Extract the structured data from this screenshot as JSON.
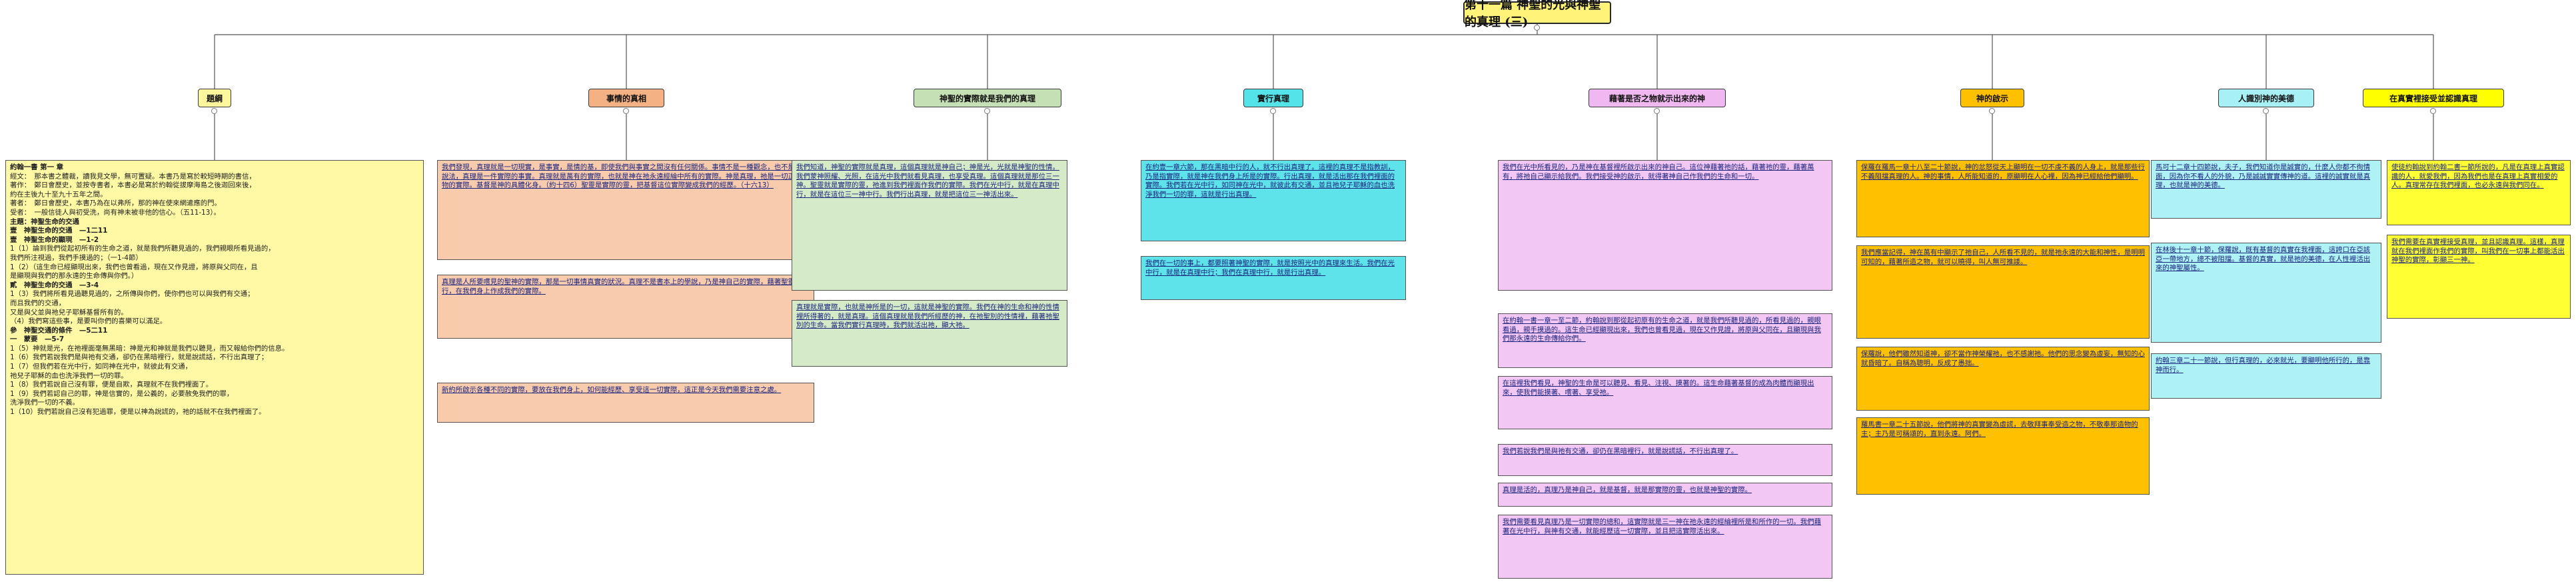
{
  "root": {
    "title": "第十一篇 神聖的光與神聖的真理 (三)"
  },
  "branches": [
    {
      "label": "題綱",
      "color": "#fff59d"
    },
    {
      "label": "事情的真相",
      "color": "#f4b183"
    },
    {
      "label": "神聖的實際就是我們的真理",
      "color": "#c5e0b4"
    },
    {
      "label": "實行真理",
      "color": "#54e3e8"
    },
    {
      "label": "藉著是否之物就示出來的神",
      "color": "#f0b8f0"
    },
    {
      "label": "神的啟示",
      "color": "#ffc000"
    },
    {
      "label": "人識別神的美德",
      "color": "#a7f0f5"
    },
    {
      "label": "在真實裡接受並認識真理",
      "color": "#ffff00"
    }
  ],
  "notes": {
    "outline": {
      "title": "約翰一書 第一 章",
      "lines": [
        "經文：　那本書之體裁，讀我見文學，無可置疑。本書乃是寫於較短時期的書信，",
        "著作：　鄭日會歷史，並按寺書者，本書必是寫於約翰從拔摩海島之後迦回來後，",
        "約在主後九十至九十五年之間。",
        "著者：　鄭日會歷史，本書乃為在以弗所，那的神在使來網遣應的門。",
        "受者：　一般信徒人與初受洗，尚有神未被非他的信心。（五11-13）。",
        "主題：神聖生命的交通",
        "壹　神聖生命的交通　—1二11",
        "壹　神聖生命的顯現　—1-2",
        "1（1）論到我們從起初所有的生命之道，就是我們所聽見過的，我們親眼所看見過的，",
        "我們所注視過，我們手摸過的；（一1-4節）",
        "1（2）（這生命已經顯現出來，我們也曾看過，現在又作見證，將原與父同在，且",
        "是顯現與我們的那永遠的生命傳與你們。）",
        "貳　神聖生命的交通　—3-4",
        "1（3）我們將所看見過聽見過的，之所傳與你們，使你們也可以與我們有交通；",
        "而且我們的交通，",
        "又是與父並與祂兒子耶穌基督所有的。",
        "（4）我們寫這些事，是要叫你們的喜樂可以滿足。",
        "參　神聖交通的條件　—5二11",
        "一　蒙要　—5-7",
        "1（5）神就是光，在祂裡面毫無黑暗：神是光和神就是我們以聽見，而又報給你們的信息。",
        "1（6）我們若說我們是與祂有交通，卻仍在黑暗裡行，就是說謊話，不行出真理了；",
        "1（7）但我們若在光中行，如同神在光中，就彼此有交通，",
        "祂兒子耶穌的血也洗淨我們一切的罪。",
        "1（8）我們若說自己沒有罪，便是自欺，真理就不在我們裡面了。",
        "1（9）我們若認自己的罪，神是信實的，是公義的，必要赦免我們的罪，",
        "洗淨我們一切的不義。",
        "1（10）我們若說自己沒有犯過罪，便是以神為說謊的，祂的話就不在我們裡面了。"
      ]
    },
    "truth1": "我們發現，真理就是一切現實，是事實，是情的基，即使我們與事實之間沒有任何關係。事情不是一種觀念，也不是一個說法，真理是一件實際的事實。真理就是萬有的實際，也就是神在祂永遠經綸中所有的實際。神是真理，祂是一切正面事物的實際。基督是神的具體化身。（約十四6）聖靈是實際的靈，把基督這位實際變成我們的經歷。（十六13）",
    "truth2": "真理是人所要嚐見的聖神的實際，那是一切事情真實的狀況。真理不是書本上的學說，乃是神自己的實際，藉著聖靈的運行，在我們身上作成我們的實際。",
    "truth3": "新約所啟示各種不同的實際，要放在我們身上，如何能經歷、享受這一切實際，這正是今天我們需要注意之處。",
    "reality1": "我們知道，神聖的實際就是真理，這個真理就是神自己；神是光，光就是神聖的性情。我們蒙神照耀、光照，在這光中我們就看見真理，也享受真理。這個真理就是那位三一神。聖靈就是實際的靈，祂進到我們裡面作我們的實際。我們在光中行，就是在真理中行，就是在這位三一神中行。我們行出真理，就是把這位三一神活出來。",
    "reality2": "真理就是實際，也就是神所是的一切，這就是神聖的實際。我們在神的生命和神的性情裡所得著的，就是真理。這個真理就是我們所經歷的神，在祂聖別的性情裡，藉著祂聖別的生命。當我們實行真理時，我們就活出祂，顯大祂。",
    "practice1": "在約壹一章六節，那在黑暗中行的人，就不行出真理了。這裡的真理不是指教訓，乃是指實際，就是神在我們身上所是的實際。行出真理，就是活出那在我們裡面的實際。我們若在光中行，如同神在光中，就彼此有交通，並且祂兒子耶穌的血也洗淨我們一切的罪，這就是行出真理。",
    "practice2": "我們在一切的事上，都要照著神聖的實際，就是按照光中的真理來生活。我們在光中行，就是在真理中行；我們在真理中行，就是行出真理。",
    "god1": "我們在光中所看見的，乃是神在基督裡所啟示出來的神自己。這位神藉著祂的話，藉著祂的靈，藉著萬有，將祂自己顯示給我們。我們接受神的啟示，就得著神自己作我們的生命和一切。",
    "god2": "在約翰一書一章一至二節，約翰說到那從起初原有的生命之道，就是我們所聽見過的，所看見過的，親眼看過，親手摸過的。這生命已經顯現出來，我們也曾看見過，現在又作見證，將原與父同在，且顯現與我們那永遠的生命傳給你們。",
    "god3": "在這裡我們看見，神聖的生命是可以聽見、看見、注視、摸著的。這生命藉著基督的成為肉體而顯現出來，使我們能摸著、嚐著、享受祂。",
    "god4": "我們若說我們是與祂有交通，卻仍在黑暗裡行，就是說謊話，不行出真理了。",
    "god5": "真理是活的，真理乃是神自己，就是基督，就是那實際的靈，也就是神聖的實際。",
    "god6": "我們需要看見真理乃是一切實際的總和，這實際就是三一神在祂永遠的經綸裡所是和所作的一切。我們藉著在光中行，與神有交通，就能經歷這一切實際，並且把這實際活出來。",
    "rev1": "保羅在羅馬一章十八至二十節說，神的忿怒從天上顯明在一切不虔不義的人身上，就是那些行不義阻擋真理的人。神的事情，人所能知道的，原顯明在人心裡，因為神已經給他們顯明。",
    "rev2": "我們應當記得，神在萬有中顯示了祂自己，人所看不見的，就是祂永遠的大能和神性，是明明可知的，藉著所造之物，就可以曉得，叫人無可推諉。",
    "rev3": "保羅說，他們雖然知道神，卻不當作神榮耀祂，也不感謝祂。他們的思念變為虛妄，無知的心就昏暗了。自稱為聰明，反成了愚拙。",
    "rev4": "羅馬書一章二十五節說，他們將神的真實變為虛謊，去敬拜事奉受造之物，不敬奉那造物的主；主乃是可稱頌的，直到永遠。阿們。",
    "virtue1": "馬可十二章十四節說，夫子，我們知道你是誠實的，什麼人你都不徇情面，因為你不看人的外貌，乃是誠誠實實傳神的道。這裡的誠實就是真理，也就是神的美德。",
    "virtue2": "在林後十一章十節，保羅說，既有基督的真實在我裡面，這誇口在亞該亞一帶地方，總不被阻擋。基督的真實，就是祂的美德，在人性裡活出來的神聖屬性。",
    "virtue3": "約翰三章二十一節說，但行真理的，必來就光，要顯明他所行的，是靠神而行。",
    "real1": "使徒約翰說到約翰二書一節所說的，凡是在真理上真實認識的人，就愛我們，因為我們也是在真理上真實相愛的人。真理常存在我們裡面，也必永遠與我們同在。",
    "real2": "我們需要在真實裡接受真理，並且認識真理。這樣，真理就在我們裡面作我們的實際，叫我們在一切事上都能活出神聖的實際，彰顯三一神。"
  }
}
